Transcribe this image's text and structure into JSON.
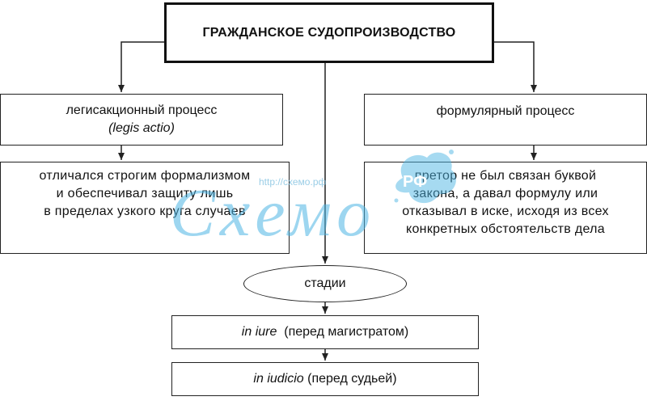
{
  "title": "ГРАЖДАНСКОЕ СУДОПРОИЗВОДСТВО",
  "left_process": {
    "line1": "легисакционный процесс",
    "line2": "(legis  actio)"
  },
  "right_process": {
    "line1": "формулярный процесс"
  },
  "left_desc": {
    "line1": "отличался  строгим  формализмом",
    "line2": "и обеспечивал защиту лишь",
    "line3": "в пределах узкого  круга  случаев"
  },
  "right_desc": {
    "line1": "претор не был связан буквой",
    "line2": "закона, а давал формулу или",
    "line3": "отказывал в иске, исходя из всех",
    "line4": "конкретных обстоятельств дела"
  },
  "stages_label": "стадии",
  "stage1": {
    "latin": "in iure",
    "rest": "  (перед магистратом)"
  },
  "stage2": {
    "latin": "in iudicio",
    "rest": " (перед судьей)"
  },
  "watermark": {
    "url": "http://схемо.рф",
    "logo": "Схемо",
    "rf": "РФ"
  },
  "colors": {
    "line": "#222222",
    "watermark": "#4eb6e4"
  }
}
